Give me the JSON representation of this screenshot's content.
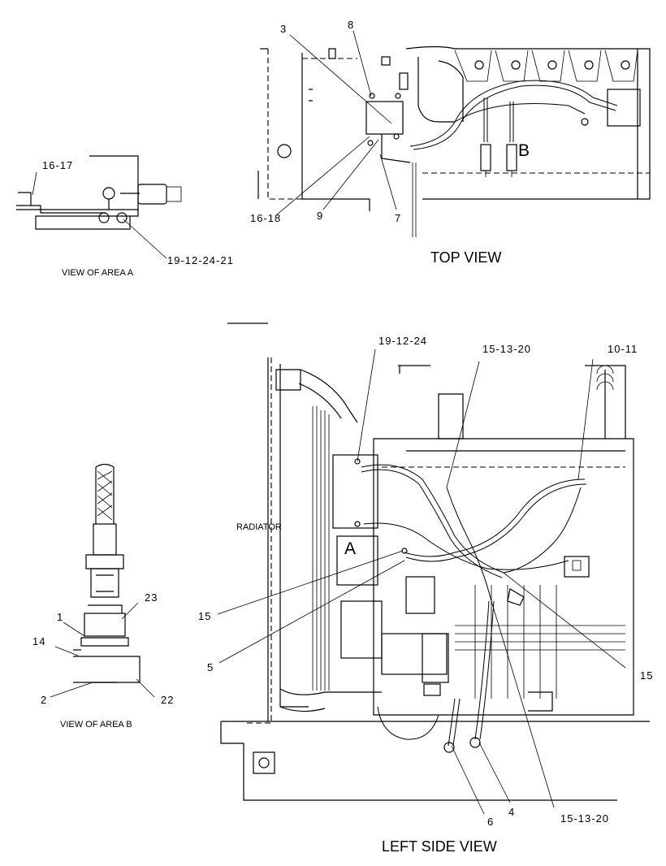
{
  "captions": {
    "top_view": "TOP VIEW",
    "left_side_view": "LEFT SIDE VIEW",
    "view_area_a": "VIEW OF AREA A",
    "view_area_b": "VIEW OF AREA B",
    "radiator": "RADIATOR"
  },
  "area_letters": {
    "a": "A",
    "b": "B"
  },
  "callouts": {
    "top_view": [
      "3",
      "8",
      "16-18",
      "9",
      "7"
    ],
    "area_a": [
      "16-17",
      "19-12-24-21"
    ],
    "area_b": [
      "23",
      "1",
      "14",
      "2",
      "22"
    ],
    "left_side_view": [
      "19-12-24",
      "15-13-20",
      "10-11",
      "15",
      "5",
      "15",
      "6",
      "4",
      "15-13-20"
    ]
  }
}
